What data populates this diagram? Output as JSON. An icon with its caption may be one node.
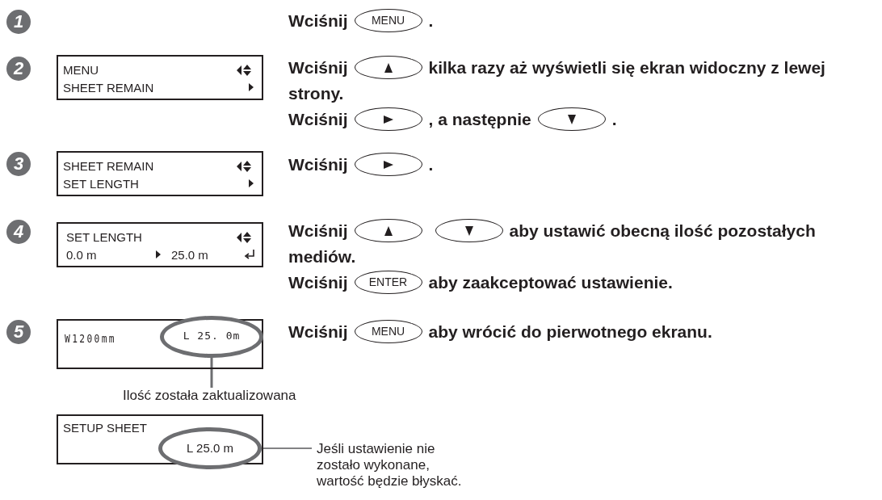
{
  "diagram": {
    "nodes": [
      {
        "text": [
          "MENU"
        ]
      },
      {
        "text": [
          "MENU",
          "SHEET REMAIN"
        ]
      },
      {
        "text": [],
        "shape": "button"
      },
      {
        "text": [],
        "shape": "button"
      },
      {
        "text": [],
        "shape": "button"
      },
      {
        "text": [
          "SHEET REMAIN",
          "SET LENGTH"
        ]
      },
      {
        "text": [],
        "shape": "button"
      },
      {
        "text": [
          "SET LENGTH",
          "0.0 m",
          "25.0 m"
        ]
      },
      {
        "text": [],
        "shape": "button"
      },
      {
        "text": [],
        "shape": "button"
      },
      {
        "text": [
          "ENTER"
        ]
      },
      {
        "text": [
          "W1200mm"
        ]
      },
      {
        "text": [
          "L 25. 0m"
        ],
        "in": 11
      },
      {
        "text": [
          "MENU"
        ]
      },
      {
        "text": [
          "Ilość została zaktualizowana"
        ]
      },
      {
        "text": [
          "SETUP SHEET"
        ]
      },
      {
        "text": [
          "L 25.0 m"
        ],
        "in": 15
      },
      {
        "text": [
          "Jeśli ustawienie nie zostało wykonane, wartość będzie błyskać."
        ]
      }
    ],
    "edges": [
      {
        "from": 14,
        "to": 12,
        "arrow": "none"
      },
      {
        "from": 17,
        "to": 16,
        "arrow": "none"
      }
    ],
    "labels": [
      "1",
      "Wciśnij",
      ".",
      "2",
      "Wciśnij",
      "kilka razy aż wyświetli się ekran widoczny z lewej strony.",
      "Wciśnij",
      ", a następnie",
      ".",
      "3",
      "Wciśnij",
      ".",
      "4",
      "Wciśnij",
      "aby ustawić obecną ilość pozostałych mediów.",
      "Wciśnij",
      "aby zaakceptować ustawienie.",
      "5",
      "Wciśnij",
      "aby wrócić do pierwotnego ekranu."
    ]
  }
}
